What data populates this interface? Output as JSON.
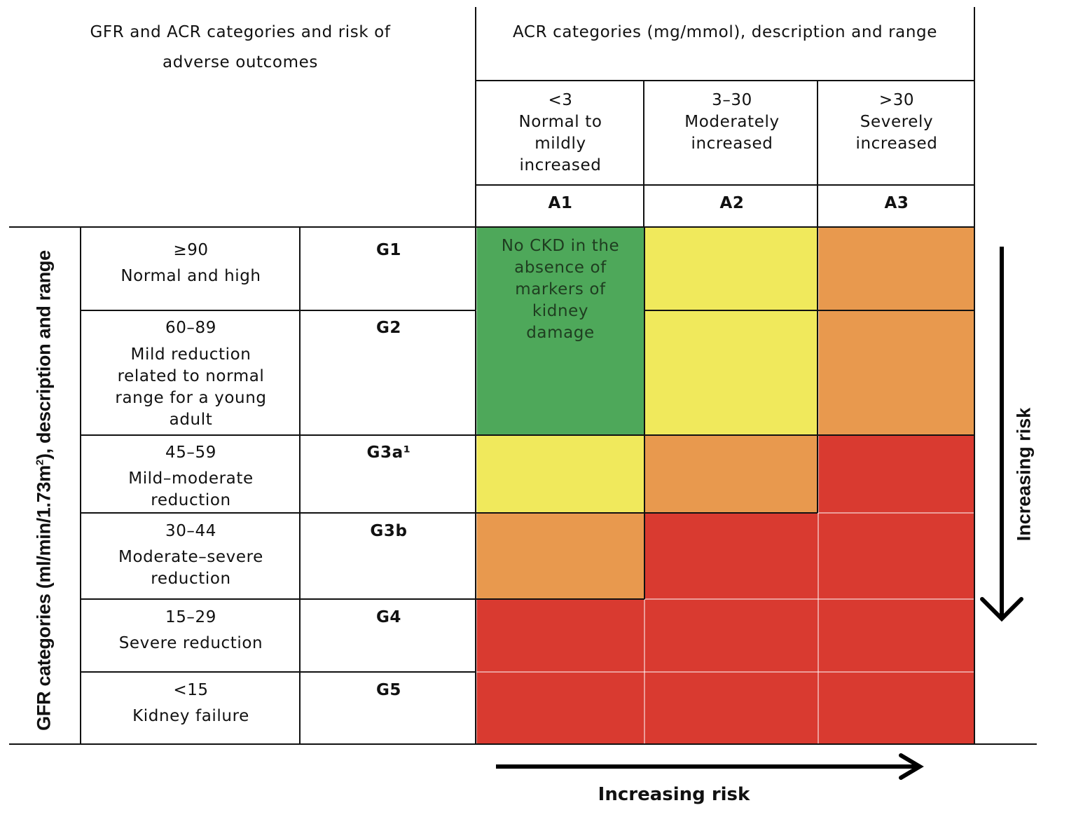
{
  "header": {
    "left_title": "GFR and ACR categories and risk of adverse outcomes",
    "acr_title": "ACR categories (mg/mmol), description and range"
  },
  "acr_columns": [
    {
      "range": "<3",
      "description": "Normal to mildly increased",
      "code": "A1"
    },
    {
      "range": "3–30",
      "description": "Moderately increased",
      "code": "A2"
    },
    {
      "range": ">30",
      "description": "Severely increased",
      "code": "A3"
    }
  ],
  "gfr_axis_label": "GFR categories (ml/min/1.73m²), description and range",
  "gfr_rows": [
    {
      "range": "≥90",
      "description": "Normal and high",
      "code": "G1",
      "risk": [
        "green",
        "yellow",
        "orange"
      ]
    },
    {
      "range": "60–89",
      "description": "Mild reduction related to normal range for a young adult",
      "code": "G2",
      "risk": [
        "green",
        "yellow",
        "orange"
      ]
    },
    {
      "range": "45–59",
      "description": "Mild–moderate reduction",
      "code": "G3a¹",
      "risk": [
        "yellow",
        "orange",
        "red"
      ]
    },
    {
      "range": "30–44",
      "description": "Moderate–severe reduction",
      "code": "G3b",
      "risk": [
        "orange",
        "red",
        "red"
      ]
    },
    {
      "range": "15–29",
      "description": "Severe reduction",
      "code": "G4",
      "risk": [
        "red",
        "red",
        "red"
      ]
    },
    {
      "range": "<15",
      "description": "Kidney failure",
      "code": "G5",
      "risk": [
        "red",
        "red",
        "red"
      ]
    }
  ],
  "no_ckd_note": "No CKD in the absence of markers of kidney damage",
  "risk_colors": {
    "green": "#4ea85a",
    "yellow": "#f0e95c",
    "orange": "#e8994e",
    "red": "#d93a30"
  },
  "arrow_label_vertical": "Increasing risk",
  "arrow_label_horizontal": "Increasing risk"
}
